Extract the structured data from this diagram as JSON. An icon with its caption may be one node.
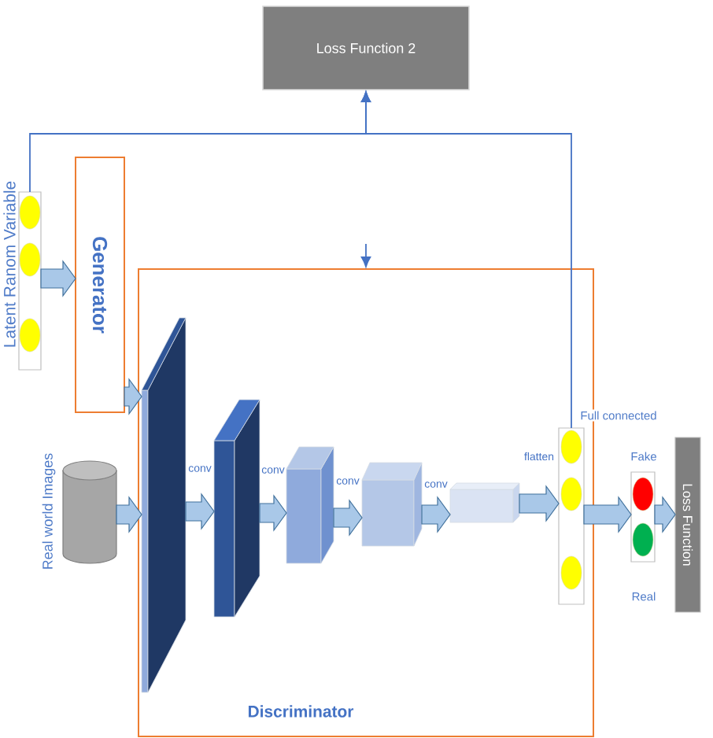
{
  "diagram": {
    "nodes": [
      {
        "text": [
          "Loss Function 2"
        ]
      },
      {
        "text": [],
        "shape": "bar",
        "beside": [
          "Latent Ranom Variable"
        ]
      },
      {
        "text": [
          "Generator"
        ]
      },
      {
        "text": [
          "Discriminator"
        ]
      },
      {
        "text": [],
        "shape": "cylinder",
        "beside": [
          "Real world Images"
        ]
      },
      {
        "text": [],
        "shape": "box",
        "in": 3
      },
      {
        "text": [],
        "shape": "box",
        "in": 3
      },
      {
        "text": [],
        "shape": "box",
        "in": 3
      },
      {
        "text": [],
        "shape": "box",
        "in": 3
      },
      {
        "text": [],
        "shape": "box",
        "in": 3
      },
      {
        "text": [],
        "shape": "bar",
        "in": 3,
        "beside": [
          "Full connected"
        ]
      },
      {
        "text": [],
        "shape": "bar",
        "beside": [
          "Fake",
          "Real"
        ]
      },
      {
        "text": [
          "Loss Function"
        ]
      }
    ],
    "edges": [
      {
        "from": 1,
        "to": 0,
        "arrow": "to"
      },
      {
        "from": 10,
        "to": 0,
        "arrow": "to"
      },
      {
        "from": null,
        "to": 3,
        "arrow": "to"
      },
      {
        "from": 1,
        "to": 2,
        "arrow": "to",
        "style": "thick"
      },
      {
        "from": 2,
        "to": 5,
        "arrow": "to",
        "style": "thick"
      },
      {
        "from": 4,
        "to": 5,
        "arrow": "to",
        "style": "thick"
      },
      {
        "from": 5,
        "to": 6,
        "arrow": "to",
        "style": "thick",
        "label": "conv"
      },
      {
        "from": 6,
        "to": 7,
        "arrow": "to",
        "style": "thick",
        "label": "conv"
      },
      {
        "from": 7,
        "to": 8,
        "arrow": "to",
        "style": "thick",
        "label": "conv"
      },
      {
        "from": 8,
        "to": 9,
        "arrow": "to",
        "style": "thick",
        "label": "conv"
      },
      {
        "from": 9,
        "to": 10,
        "arrow": "to",
        "style": "thick",
        "label": "flatten"
      },
      {
        "from": 10,
        "to": 11,
        "arrow": "to",
        "style": "thick"
      },
      {
        "from": 11,
        "to": 12,
        "arrow": "to",
        "style": "thick"
      }
    ]
  }
}
